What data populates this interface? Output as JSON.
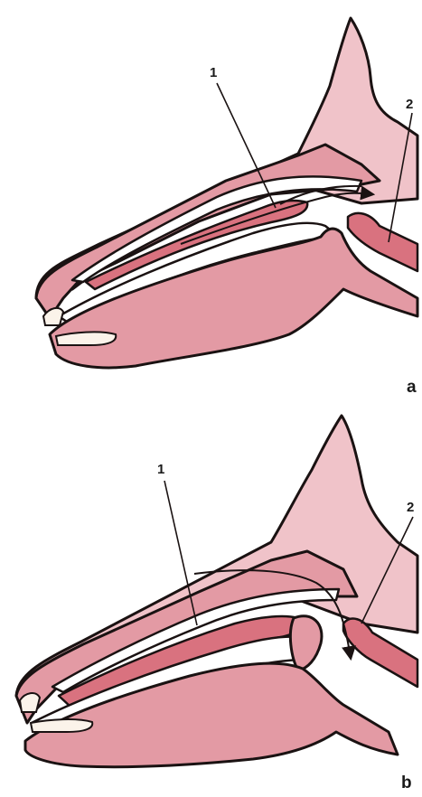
{
  "panels": [
    {
      "letter": "a",
      "label_1": "1",
      "label_2": "2"
    },
    {
      "letter": "b",
      "label_1": "1",
      "label_2": "2"
    }
  ],
  "colors": {
    "tissue": "#e39aa4",
    "tissue_light": "#f0c3c9",
    "tissue_dark": "#d9727f",
    "outline": "#1a1212",
    "background": "#ffffff"
  }
}
